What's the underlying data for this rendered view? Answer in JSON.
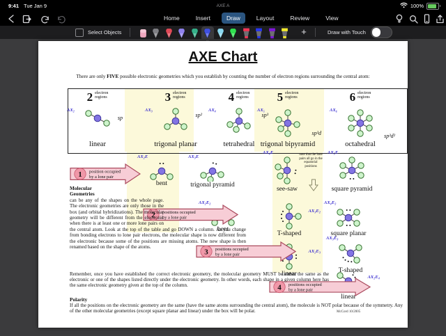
{
  "status_bar": {
    "time": "9:41",
    "date": "Tue Jan 9",
    "battery_pct": "100%"
  },
  "titlebar": {
    "document_title": "AXE A"
  },
  "nav": {
    "tabs": [
      "Home",
      "Insert",
      "Draw",
      "Layout",
      "Review",
      "View"
    ],
    "active_tab": "Draw"
  },
  "pen_toolbar": {
    "select_objects_label": "Select Objects",
    "add_pen_label": "+",
    "draw_with_touch_label": "Draw with Touch",
    "draw_with_touch_on": false,
    "pens": [
      {
        "name": "eraser-tool",
        "type": "eraser",
        "color": "#f0a8c0"
      },
      {
        "name": "pen-gray",
        "type": "pen",
        "color": "#808085"
      },
      {
        "name": "pen-red",
        "type": "pen",
        "color": "#e04a58"
      },
      {
        "name": "pen-lavender",
        "type": "pen",
        "color": "#8f82ee"
      },
      {
        "name": "pen-teal",
        "type": "pen",
        "color": "#35b08a"
      },
      {
        "name": "pen-blue",
        "type": "pen",
        "color": "#4050e0",
        "selected": true
      },
      {
        "name": "pen-cyan",
        "type": "pen",
        "color": "#8ad8f0"
      },
      {
        "name": "pen-green",
        "type": "pen",
        "color": "#30e050"
      },
      {
        "name": "highlighter-red",
        "type": "highlighter",
        "color": "#f03858"
      },
      {
        "name": "highlighter-blue",
        "type": "highlighter",
        "color": "#2838f0"
      },
      {
        "name": "highlighter-purple",
        "type": "highlighter",
        "color": "#8018d8"
      },
      {
        "name": "highlighter-yellow",
        "type": "highlighter",
        "color": "#f2ea30"
      }
    ]
  },
  "page": {
    "title": "AXE Chart",
    "intro": {
      "prefix": "There are only ",
      "bold": "FIVE",
      "suffix": " possible electronic geometries which you establish by counting the number of electron regions surrounding the central atom:"
    },
    "regions_label_line1": "electron",
    "regions_label_line2": "regions",
    "electronic_geometries": [
      {
        "number": "2",
        "ax": "AX₂",
        "hybrid": "sp",
        "name": "linear",
        "shape": "linear2",
        "highlight": false
      },
      {
        "number": "3",
        "ax": "AX₃",
        "hybrid": "sp²",
        "name": "trigonal planar",
        "shape": "trigonal3",
        "highlight": true
      },
      {
        "number": "4",
        "ax": "AX₄",
        "hybrid": "sp³",
        "name": "tetrahedral",
        "shape": "tetra4",
        "highlight": false
      },
      {
        "number": "5",
        "ax": "AX₅",
        "hybrid": "sp³d",
        "name": "trigonal bipyramid",
        "shape": "bipyr5",
        "highlight": true
      },
      {
        "number": "6",
        "ax": "AX₆",
        "hybrid": "sp³d²",
        "name": "octahedral",
        "shape": "octa6",
        "highlight": false
      }
    ],
    "lone_pair_arrows": [
      {
        "number": "1",
        "line1": "position occupied",
        "line2": "by a lone pair"
      },
      {
        "number": "2",
        "line1": "positions occupied",
        "line2": "by a lone pair"
      },
      {
        "number": "3",
        "line1": "positions occupied",
        "line2": "by a lone pair"
      },
      {
        "number": "4",
        "line1": "positions occupied",
        "line2": "by a lone pair"
      }
    ],
    "molecular_geometries": [
      {
        "ax": "AX₂E",
        "name": "bent",
        "shape": "bent1"
      },
      {
        "ax": "AX₃E",
        "name": "trigonal pyramid",
        "shape": "pyr3"
      },
      {
        "ax": "AX₄E",
        "name": "see-saw",
        "shape": "seesaw"
      },
      {
        "ax": "AX₅E",
        "name": "square pyramid",
        "shape": "sqpyr"
      },
      {
        "ax": "AX₂E₂",
        "name": "bent",
        "shape": "bent2"
      },
      {
        "ax": "AX₃E₂",
        "name": "T-shaped",
        "shape": "tshape2"
      },
      {
        "ax": "AX₄E₂",
        "name": "square planar",
        "shape": "sqplan"
      },
      {
        "ax": "AX₂E₃",
        "name": "linear",
        "shape": "linear3"
      },
      {
        "ax": "AX₃E₃",
        "name": "T-shaped",
        "shape": "tshape3"
      },
      {
        "ax": "AX₂E₄",
        "name": "linear",
        "shape": "linear4"
      }
    ],
    "equatorial_note": "note that the lone pairs all go in the equatorial positions",
    "molecular_heading": "Molecular Geometries",
    "molecular_body": "can be any of the shapes on the whole page. The electronic geometries are only those in the box (and orbital hybridizations). The molecular geometry will be different from the electronic when there is at least one or more lone pairs on the central atom. Look at the top of the table and go DOWN a column. As you change from bonding electrons to lone pair electrons, the molecular shape is now different from the electronic because some of the positions are missing atoms. The new shape is then renamed based on the shape of the atoms.",
    "remember_text": "Remember, once you have established the correct electronic geometry, the molecular geometry MUST be either the same as the electronic or one of the shapes listed directly under the electronic geometry. In other words, each shape in a given column here has the same electronic geometry given at the top of the column.",
    "polarity_heading": "Polarity",
    "polarity_body": "If all the positions on the electronic geometry are the same (have the same atoms surrounding the central atom), the molecule is NOT polar because of the symmetry. Any of the other molecular geometries (except square planar and linear) under the box will be polar.",
    "credit": "McCord 10/2005"
  }
}
